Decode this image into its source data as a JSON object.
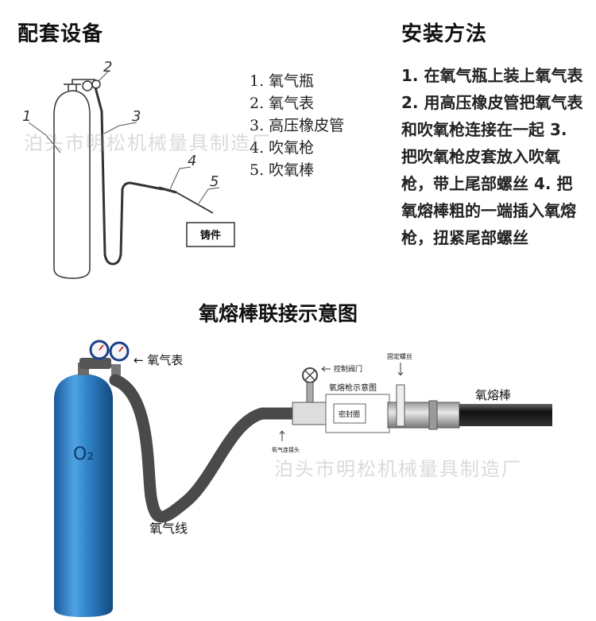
{
  "top_left": {
    "title": "配套设备",
    "callouts": [
      "1",
      "2",
      "3",
      "4",
      "5"
    ],
    "casting_label": "铸件",
    "legend": [
      "1. 氧气瓶",
      "2. 氧气表",
      "3. 高压橡皮管",
      "4. 吹氧枪",
      "5. 吹氧棒"
    ]
  },
  "top_right": {
    "title": "安装方法",
    "text": "1. 在氧气瓶上装上氧气表 2. 用高压橡皮管把氧气表和吹氧枪连接在一起 3. 把吹氧枪皮套放入吹氧枪，带上尾部螺丝 4. 把氧熔棒粗的一端插入氧熔枪，扭紧尾部螺丝"
  },
  "bottom": {
    "title": "氧熔棒联接示意图",
    "gauge_label": "← 氧气表",
    "hose_label": "氧气线",
    "valve_label": "控制阀门",
    "fixing_screw_label": "固定螺丝",
    "gun_label": "氧熔枪示意图",
    "seal_label": "密封圈",
    "rod_label": "氧熔棒",
    "connector_label": "氧气连接头",
    "cylinder_mark": "O₂"
  },
  "watermark": "泊头市明松机械量具制造厂"
}
